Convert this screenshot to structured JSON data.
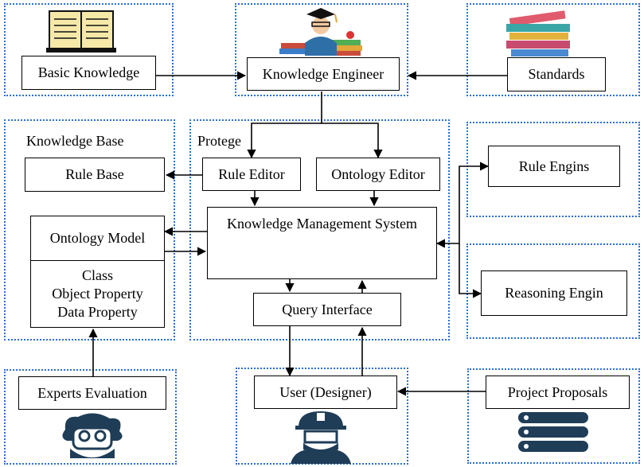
{
  "top": {
    "basic_knowledge": "Basic Knowledge",
    "knowledge_engineer": "Knowledge Engineer",
    "standards": "Standards"
  },
  "knowledge_base": {
    "title": "Knowledge Base",
    "rule_base": "Rule Base",
    "ontology_model": "Ontology Model",
    "ontology_items": [
      "Class",
      "Object Property",
      "Data Property"
    ]
  },
  "protege": {
    "title": "Protege",
    "rule_editor": "Rule Editor",
    "ontology_editor": "Ontology Editor",
    "kms": "Knowledge Management System",
    "query_interface": "Query Interface"
  },
  "right": {
    "rule_engins": "Rule Engins",
    "reasoning_engin": "Reasoning Engin"
  },
  "bottom": {
    "experts_evaluation": "Experts Evaluation",
    "user": "User (Designer)",
    "project_proposals": "Project Proposals"
  },
  "colors": {
    "panel_border": "#2a6fd6",
    "bridge": "#2c5f8a",
    "icon_dark": "#1f3d57"
  }
}
